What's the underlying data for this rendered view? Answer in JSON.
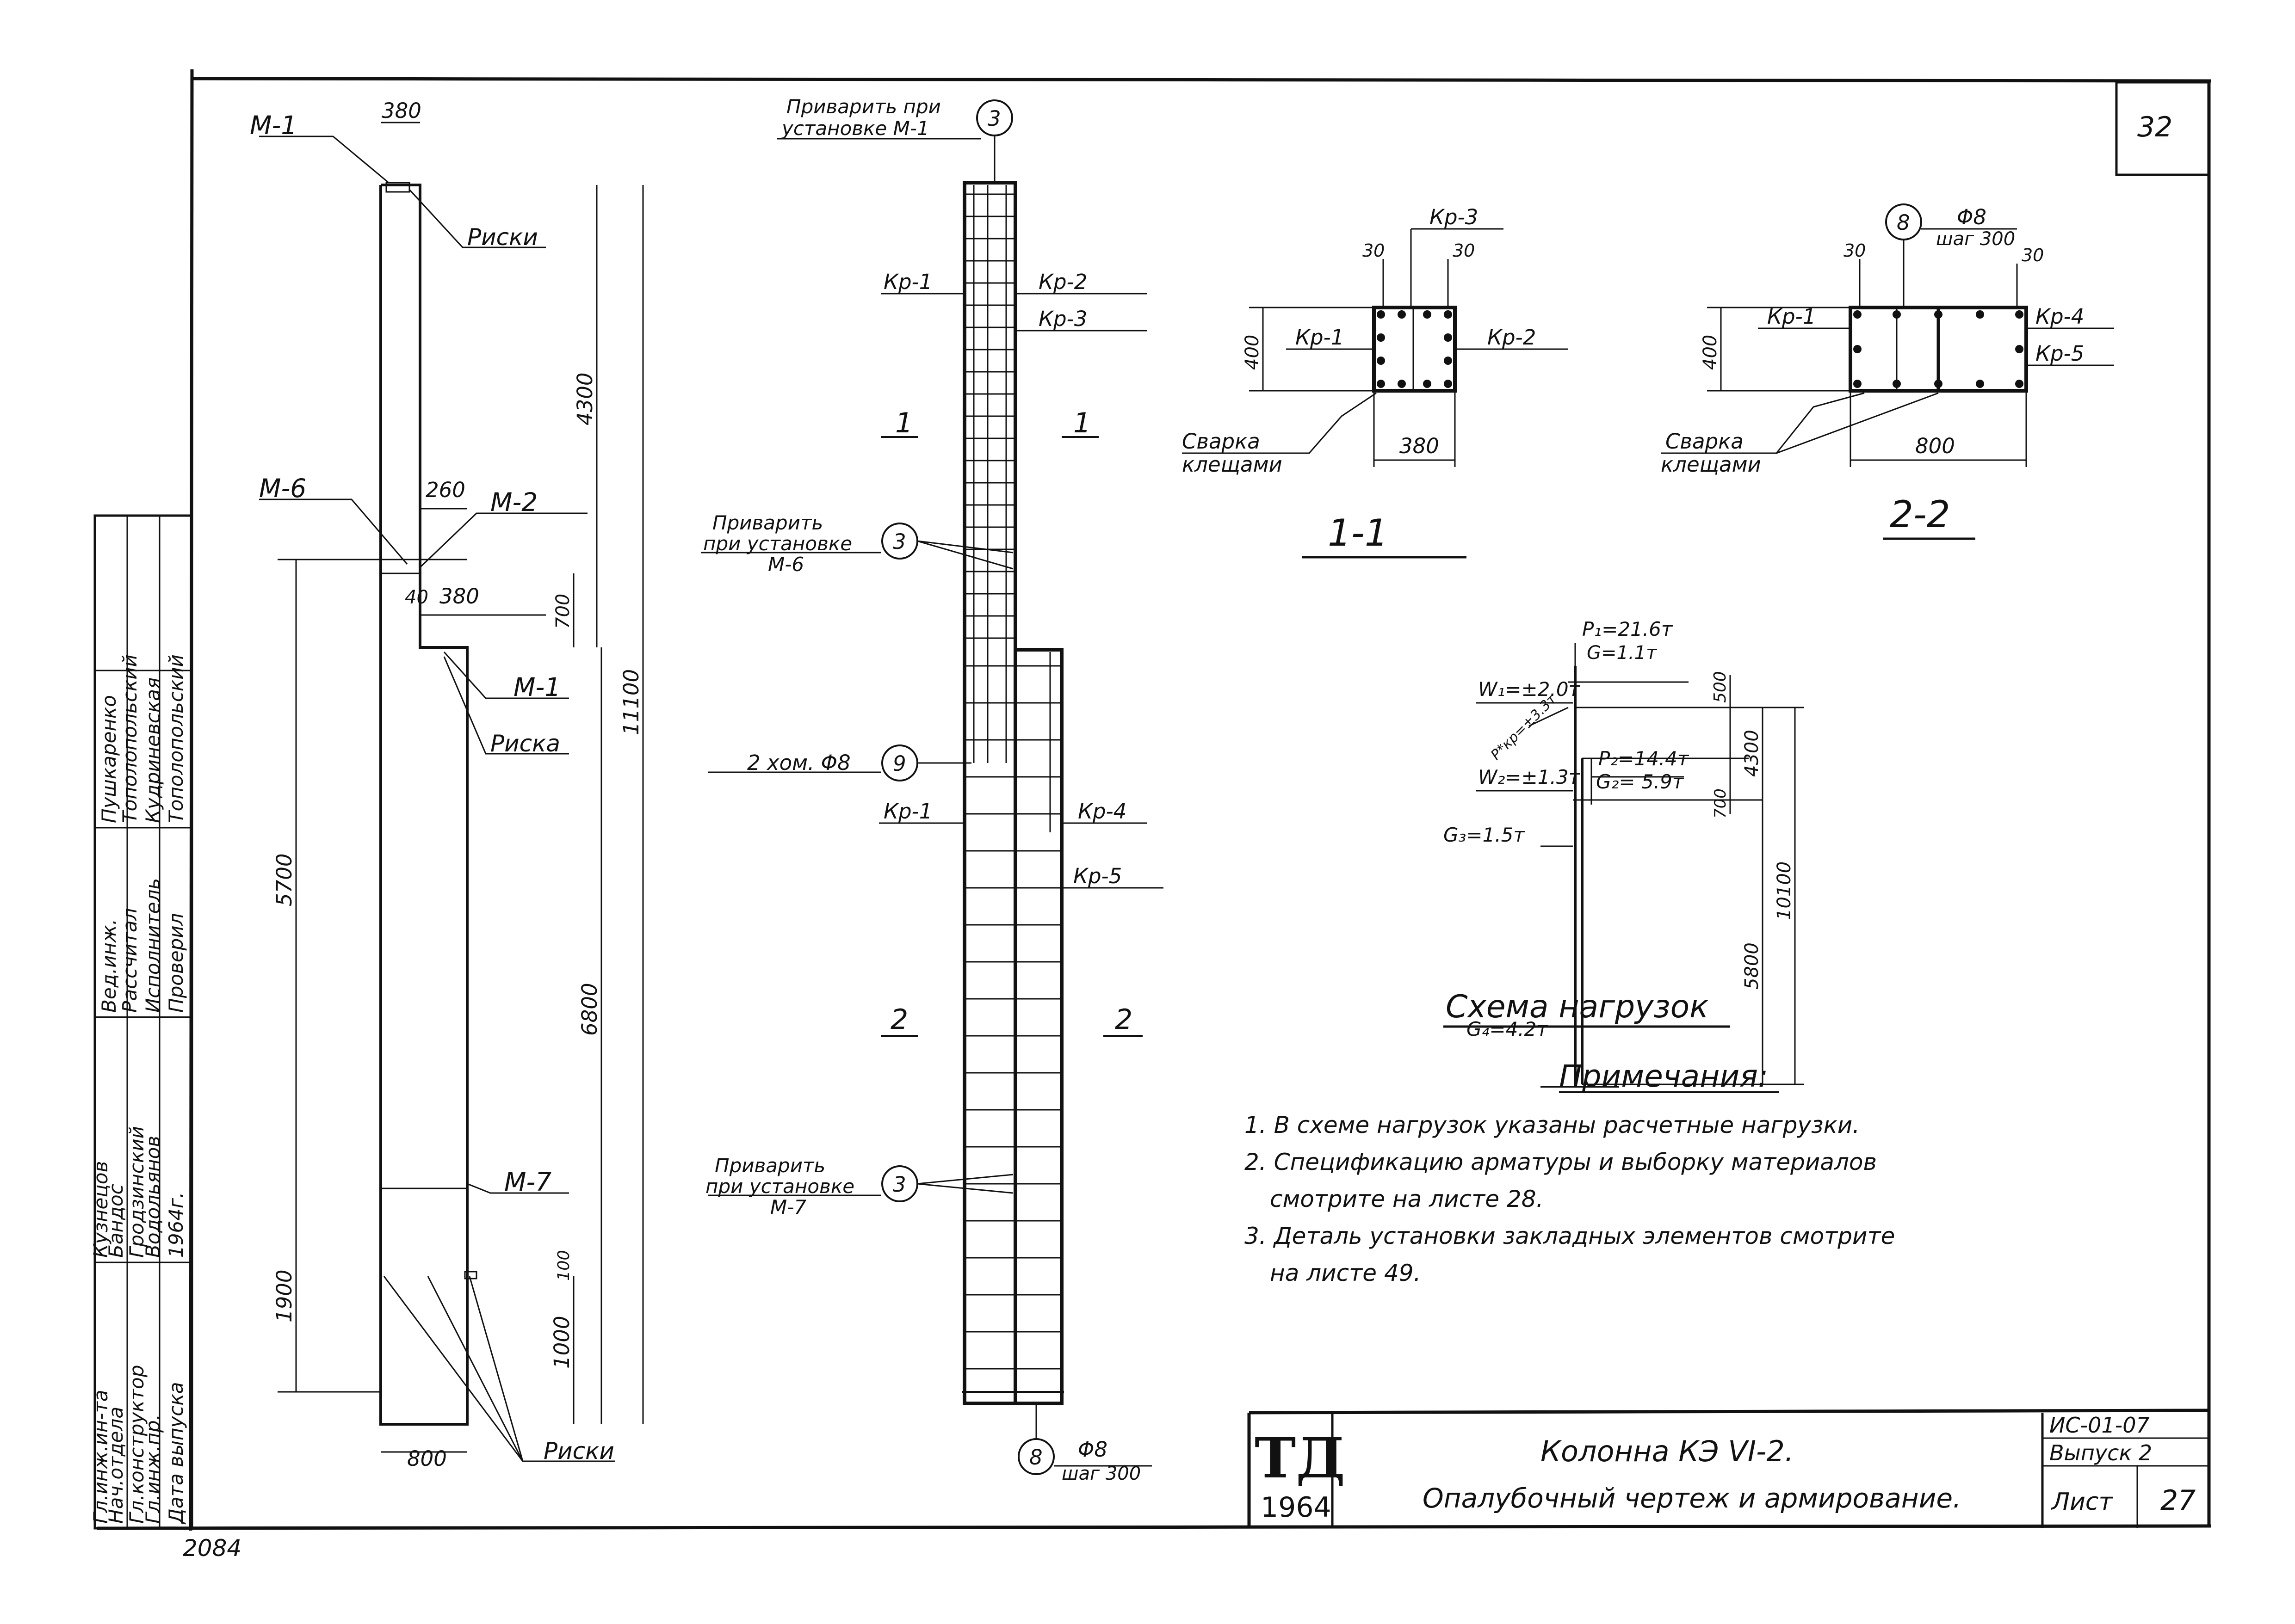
{
  "sheet_number_corner": "32",
  "handwritten_code": "2084",
  "elevation": {
    "labels": {
      "m1_top": "М-1",
      "riski_top": "Риски",
      "m6": "М-6",
      "m2": "М-2",
      "m1_mid": "М-1",
      "riska": "Риска",
      "m7": "М-7",
      "riski_bottom": "Риски"
    },
    "dims": {
      "top_width": "380",
      "step_width": "260",
      "small_40": "40",
      "step_380": "380",
      "d4300": "4300",
      "d700": "700",
      "d11100": "11100",
      "d5700": "5700",
      "d6800": "6800",
      "d1900": "1900",
      "d1000": "1000",
      "d100": "100",
      "bottom_width": "800"
    }
  },
  "reinforcement": {
    "callouts": {
      "weld_m1": [
        "Приварить при",
        "установке М-1"
      ],
      "weld_m6": [
        "Приварить",
        "при установке",
        "М-6"
      ],
      "weld_m7": [
        "Приварить",
        "при установке",
        "М-7"
      ],
      "clamps": "2 хом. Φ8",
      "bottom_bar": [
        "Φ8",
        "шаг 300"
      ]
    },
    "marks": {
      "m3": "3",
      "m9": "9",
      "m8": "8"
    },
    "cages": {
      "kr1_top": "Кр-1",
      "kr2": "Кр-2",
      "kr3": "Кр-3",
      "kr1_bottom": "Кр-1",
      "kr4": "Кр-4",
      "kr5": "Кр-5"
    },
    "section_marks": {
      "s1": "1",
      "s2": "2"
    }
  },
  "section_1_1": {
    "title": "1-1",
    "labels": {
      "kr3": "Кр-3",
      "kr1": "Кр-1",
      "kr2": "Кр-2",
      "weld": [
        "Сварка",
        "клещами"
      ]
    },
    "dims": {
      "c30a": "30",
      "c30b": "30",
      "h400": "400",
      "w380": "380"
    }
  },
  "section_2_2": {
    "title": "2-2",
    "mark": "8",
    "bar_label": [
      "Φ8",
      "шаг 300"
    ],
    "labels": {
      "kr1": "Кр-1",
      "kr4": "Кр-4",
      "kr5": "Кр-5",
      "weld": [
        "Сварка",
        "клещами"
      ]
    },
    "dims": {
      "c30a": "30",
      "c30b": "30",
      "h400": "400",
      "w800": "800"
    }
  },
  "load_scheme": {
    "title": "Схема нагрузок",
    "loads": {
      "p1": "P₁=21.6т",
      "g1": "G=1.1т",
      "w1": "W₁=±2.0т",
      "pcr": "P*кр=±3.3т",
      "p2": "P₂=14.4т",
      "g2": "G₂= 5.9т",
      "w2": "W₂=±1.3т",
      "g3": "G₃=1.5т",
      "g4": "G₄=4.2т"
    },
    "dims": {
      "d500": "500",
      "d4300": "4300",
      "d700": "700",
      "d5800": "5800",
      "d10100": "10100"
    }
  },
  "notes": {
    "title": "Примечания:",
    "items": [
      "1. В схеме нагрузок указаны расчетные нагрузки.",
      "2. Спецификацию арматуры и выборку материалов",
      "смотрите на листе 28.",
      "3. Деталь установки закладных элементов смотрите",
      "на листе 49."
    ]
  },
  "stamp": {
    "rows": [
      {
        "role": "Гл.инж.ин-та",
        "name": "Кузнецов"
      },
      {
        "role": "Нач.отдела",
        "name": "Бандос"
      },
      {
        "role": "Гл.конструктор",
        "name": "Гродзинский"
      },
      {
        "role": "Гл.инж.пр.",
        "name": "Водольянов"
      },
      {
        "role": "Дата выпуска",
        "name": "1964г."
      },
      {
        "role": "Вед.инж.",
        "name": "Пушкаренко"
      },
      {
        "role": "Рассчитал",
        "name": "Тополопольский"
      },
      {
        "role": "Исполнитель",
        "name": "Кудриневская"
      },
      {
        "role": "Проверил",
        "name": "Тополопольский"
      }
    ]
  },
  "title_block": {
    "logo": "ТД",
    "year": "1964",
    "title": "Колонна КЭ VI-2.",
    "subtitle": "Опалубочный чертеж и армирование.",
    "series": "ИС-01-07",
    "issue": "Выпуск 2",
    "sheet_label": "Лист",
    "sheet_number": "27"
  }
}
